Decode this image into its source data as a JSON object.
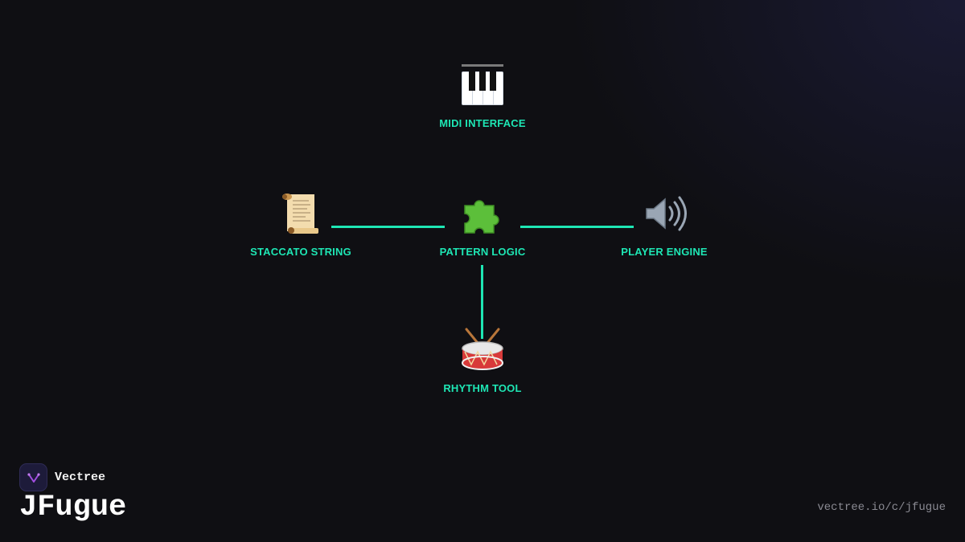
{
  "brand": {
    "name": "Vectree"
  },
  "title": "JFugue",
  "url": "vectree.io/c/jfugue",
  "colors": {
    "accent": "#1ee6b4",
    "background": "#0f0f13"
  },
  "diagram": {
    "nodes": {
      "midi": {
        "label": "MIDI INTERFACE",
        "icon": "piano-keyboard-icon"
      },
      "staccato": {
        "label": "STACCATO STRING",
        "icon": "scroll-icon"
      },
      "pattern": {
        "label": "PATTERN LOGIC",
        "icon": "puzzle-piece-icon"
      },
      "player": {
        "label": "PLAYER ENGINE",
        "icon": "speaker-icon"
      },
      "rhythm": {
        "label": "RHYTHM TOOL",
        "icon": "drum-icon"
      }
    },
    "edges": [
      {
        "from": "staccato",
        "to": "pattern"
      },
      {
        "from": "pattern",
        "to": "player"
      },
      {
        "from": "pattern",
        "to": "rhythm"
      }
    ]
  }
}
